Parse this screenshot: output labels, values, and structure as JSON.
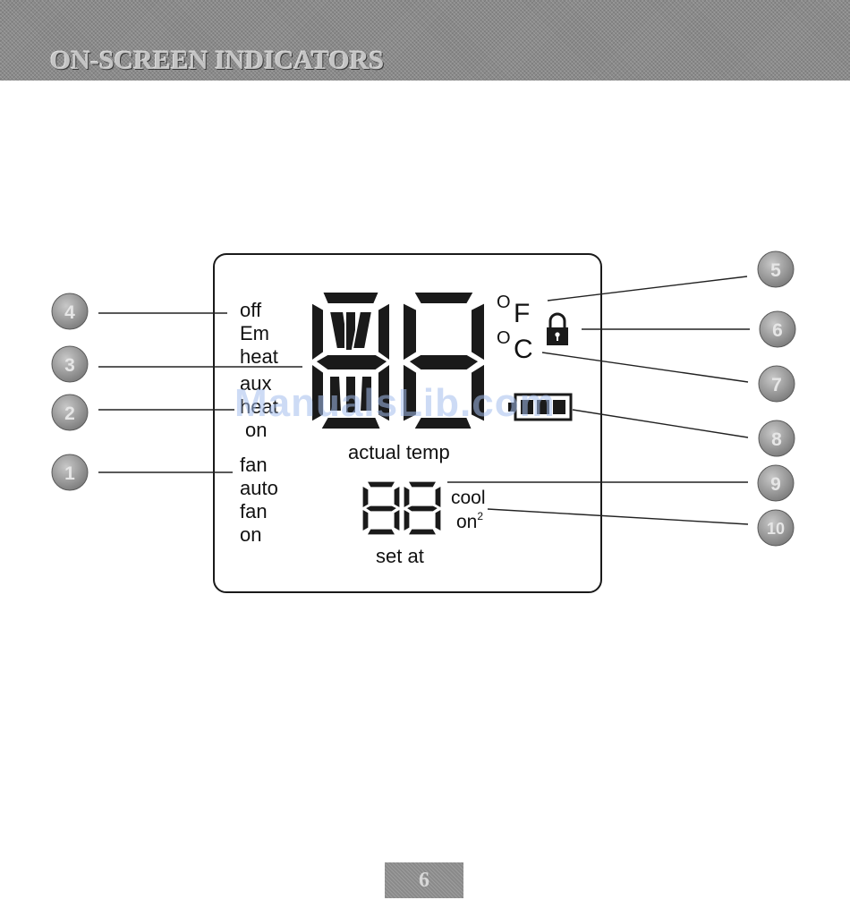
{
  "header": {
    "title": "ON-SCREEN INDICATORS"
  },
  "display": {
    "mode_labels": [
      "off",
      "Em",
      "heat",
      "aux",
      "heat",
      "on"
    ],
    "fan_labels": [
      "fan",
      "auto",
      "fan",
      "on"
    ],
    "actual_temp_label": "actual temp",
    "set_at_label": "set at",
    "cool_label": "cool",
    "cool_on_label": "on",
    "cool_on_superscript": "2",
    "unit_f": "F",
    "unit_c": "C",
    "degree_symbol": "O"
  },
  "callouts": [
    "1",
    "2",
    "3",
    "4",
    "5",
    "6",
    "7",
    "8",
    "9",
    "10"
  ],
  "watermark": "ManualsLib.com",
  "page_number": "6",
  "colors": {
    "header_bg": "#8a8a8a",
    "callout_fill": "#9a9a9a",
    "lcd_segment": "#1a1a1a",
    "line": "#222222",
    "watermark": "#a4beec"
  },
  "icons": {
    "lock": "padlock-icon",
    "battery": "battery-icon"
  }
}
